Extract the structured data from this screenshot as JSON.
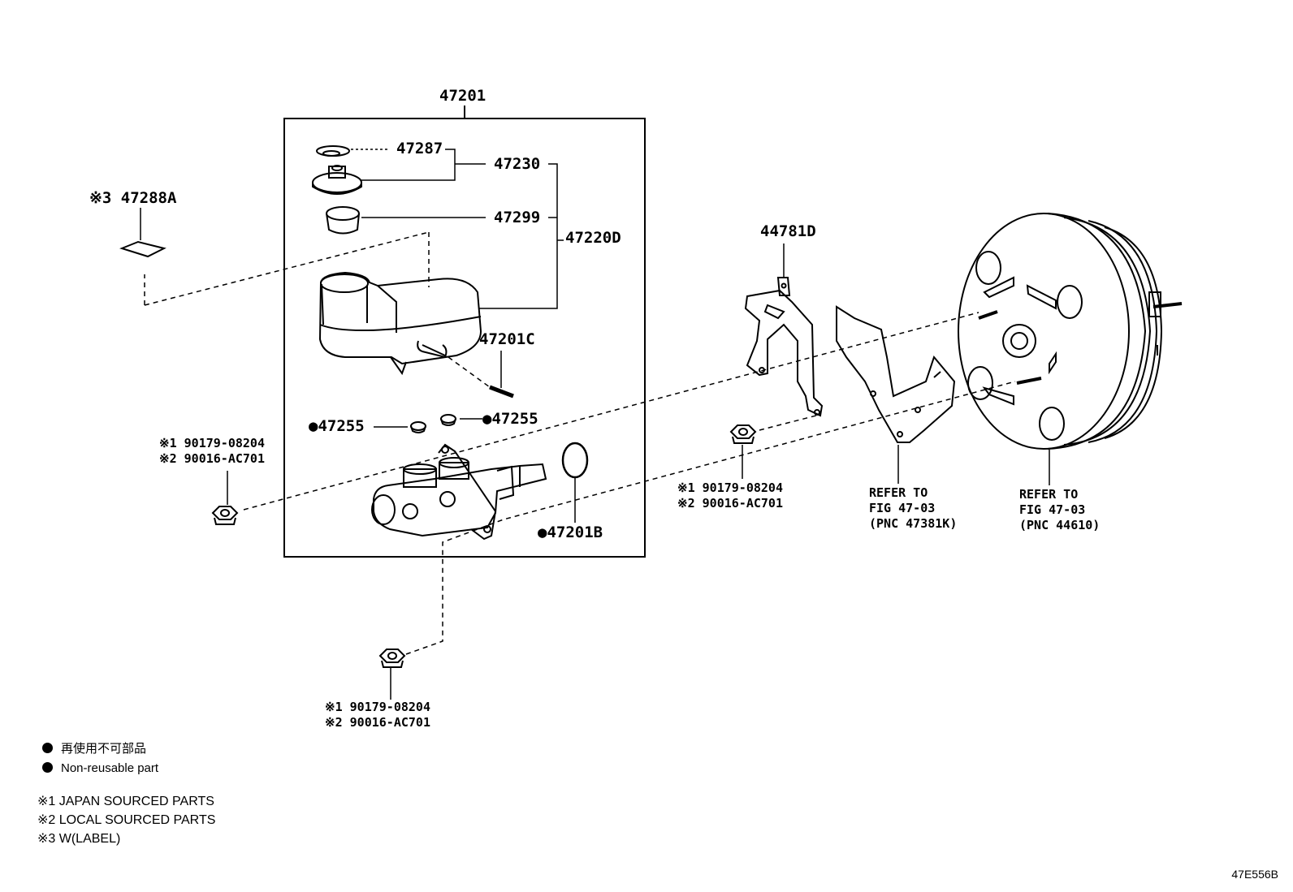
{
  "diagram": {
    "labels": {
      "assembly": "47201",
      "clip": "47287",
      "cap_sub": "47230",
      "strainer": "47299",
      "reservoir_sub": "47220D",
      "pin": "47201C",
      "label": "※3 47288A",
      "grommet_left": "●47255",
      "grommet_right": "●47255",
      "oring": "●47201B",
      "bracket": "44781D"
    },
    "nut_callouts": [
      {
        "line1": "※1 90179-08204",
        "line2": "※2 90016-AC701"
      },
      {
        "line1": "※1 90179-08204",
        "line2": "※2 90016-AC701"
      },
      {
        "line1": "※1 90179-08204",
        "line2": "※2 90016-AC701"
      }
    ],
    "refer": [
      {
        "line1": "REFER TO",
        "line2": "FIG 47-03",
        "line3": "(PNC 47381K)"
      },
      {
        "line1": "REFER TO",
        "line2": "FIG 47-03",
        "line3": "(PNC 44610)"
      }
    ]
  },
  "legend": {
    "non_reusable_jp": "再使用不可部品",
    "non_reusable_en": "Non-reusable part"
  },
  "notes": [
    "※1 JAPAN SOURCED PARTS",
    "※2 LOCAL SOURCED PARTS",
    "※3 W(LABEL)"
  ],
  "figure_id": "47E556B"
}
